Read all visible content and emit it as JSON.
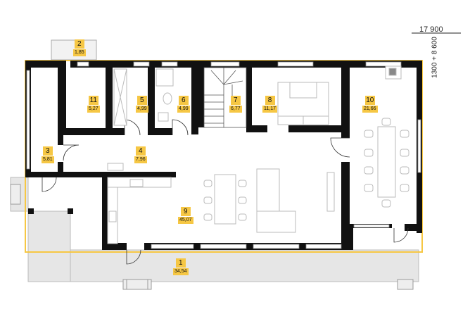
{
  "dimensions": {
    "width_label": "17 900",
    "height_label": "1300 + 8 600"
  },
  "colors": {
    "wall": "#111111",
    "outline": "#f6c744",
    "label_bg": "#f6c744",
    "terrace": "#e6e6e6",
    "furniture": "#dcdcdc"
  },
  "rooms": [
    {
      "id": "1",
      "number": "1",
      "area": "34,54"
    },
    {
      "id": "2",
      "number": "2",
      "area": "1,85"
    },
    {
      "id": "3",
      "number": "3",
      "area": "5,81"
    },
    {
      "id": "4",
      "number": "4",
      "area": "7,96"
    },
    {
      "id": "5",
      "number": "5",
      "area": "4,99"
    },
    {
      "id": "6",
      "number": "6",
      "area": "4,99"
    },
    {
      "id": "7",
      "number": "7",
      "area": "6,77"
    },
    {
      "id": "8",
      "number": "8",
      "area": "11,17"
    },
    {
      "id": "9",
      "number": "9",
      "area": "45,07"
    },
    {
      "id": "10",
      "number": "10",
      "area": "21,66"
    },
    {
      "id": "11",
      "number": "11",
      "area": "5,27"
    }
  ]
}
